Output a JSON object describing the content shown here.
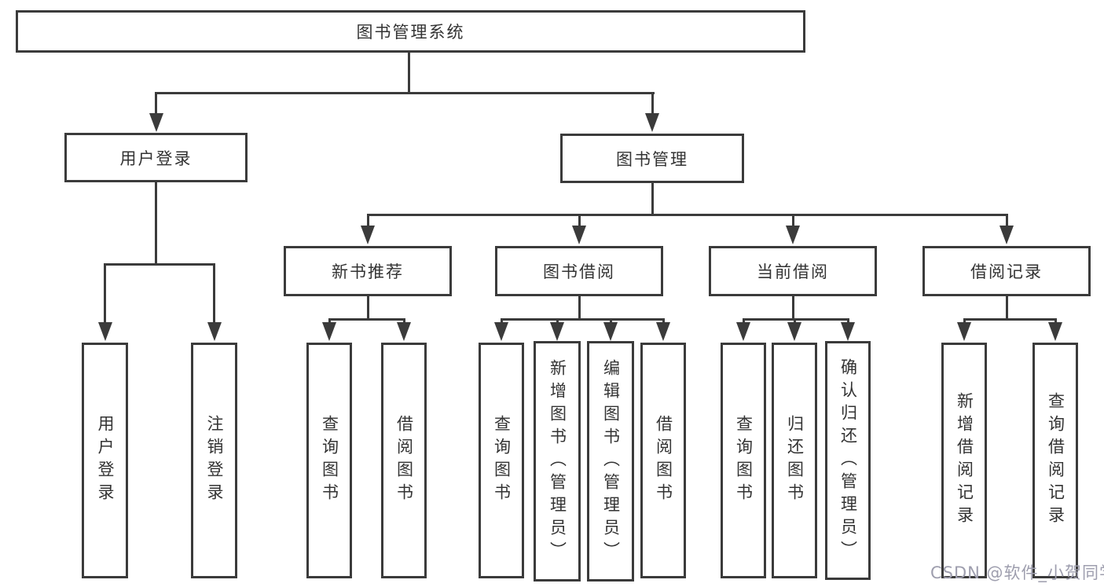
{
  "diagram": {
    "root": {
      "label": "图书管理系统"
    },
    "level2": [
      {
        "label": "用户登录"
      },
      {
        "label": "图书管理"
      }
    ],
    "level3": [
      {
        "label": "新书推荐"
      },
      {
        "label": "图书借阅"
      },
      {
        "label": "当前借阅"
      },
      {
        "label": "借阅记录"
      }
    ],
    "leaves": {
      "user_login": [
        {
          "label": "用户登录"
        },
        {
          "label": "注销登录"
        }
      ],
      "new_books": [
        {
          "label": "查询图书"
        },
        {
          "label": "借阅图书"
        }
      ],
      "book_borrowing": [
        {
          "label": "查询图书"
        },
        {
          "label": "新增图书（管理员）"
        },
        {
          "label": "编辑图书（管理员）"
        },
        {
          "label": "借阅图书"
        }
      ],
      "current_borrowing": [
        {
          "label": "查询图书"
        },
        {
          "label": "归还图书"
        },
        {
          "label": "确认归还（管理员）"
        }
      ],
      "borrowing_records": [
        {
          "label": "新增借阅记录"
        },
        {
          "label": "查询借阅记录"
        }
      ]
    }
  },
  "watermark": {
    "text": "CSDN @软件_小贺同学"
  },
  "colors": {
    "line": "#3b3b3b",
    "text": "#333333",
    "watermark": "#9e9eae",
    "background": "#ffffff"
  }
}
